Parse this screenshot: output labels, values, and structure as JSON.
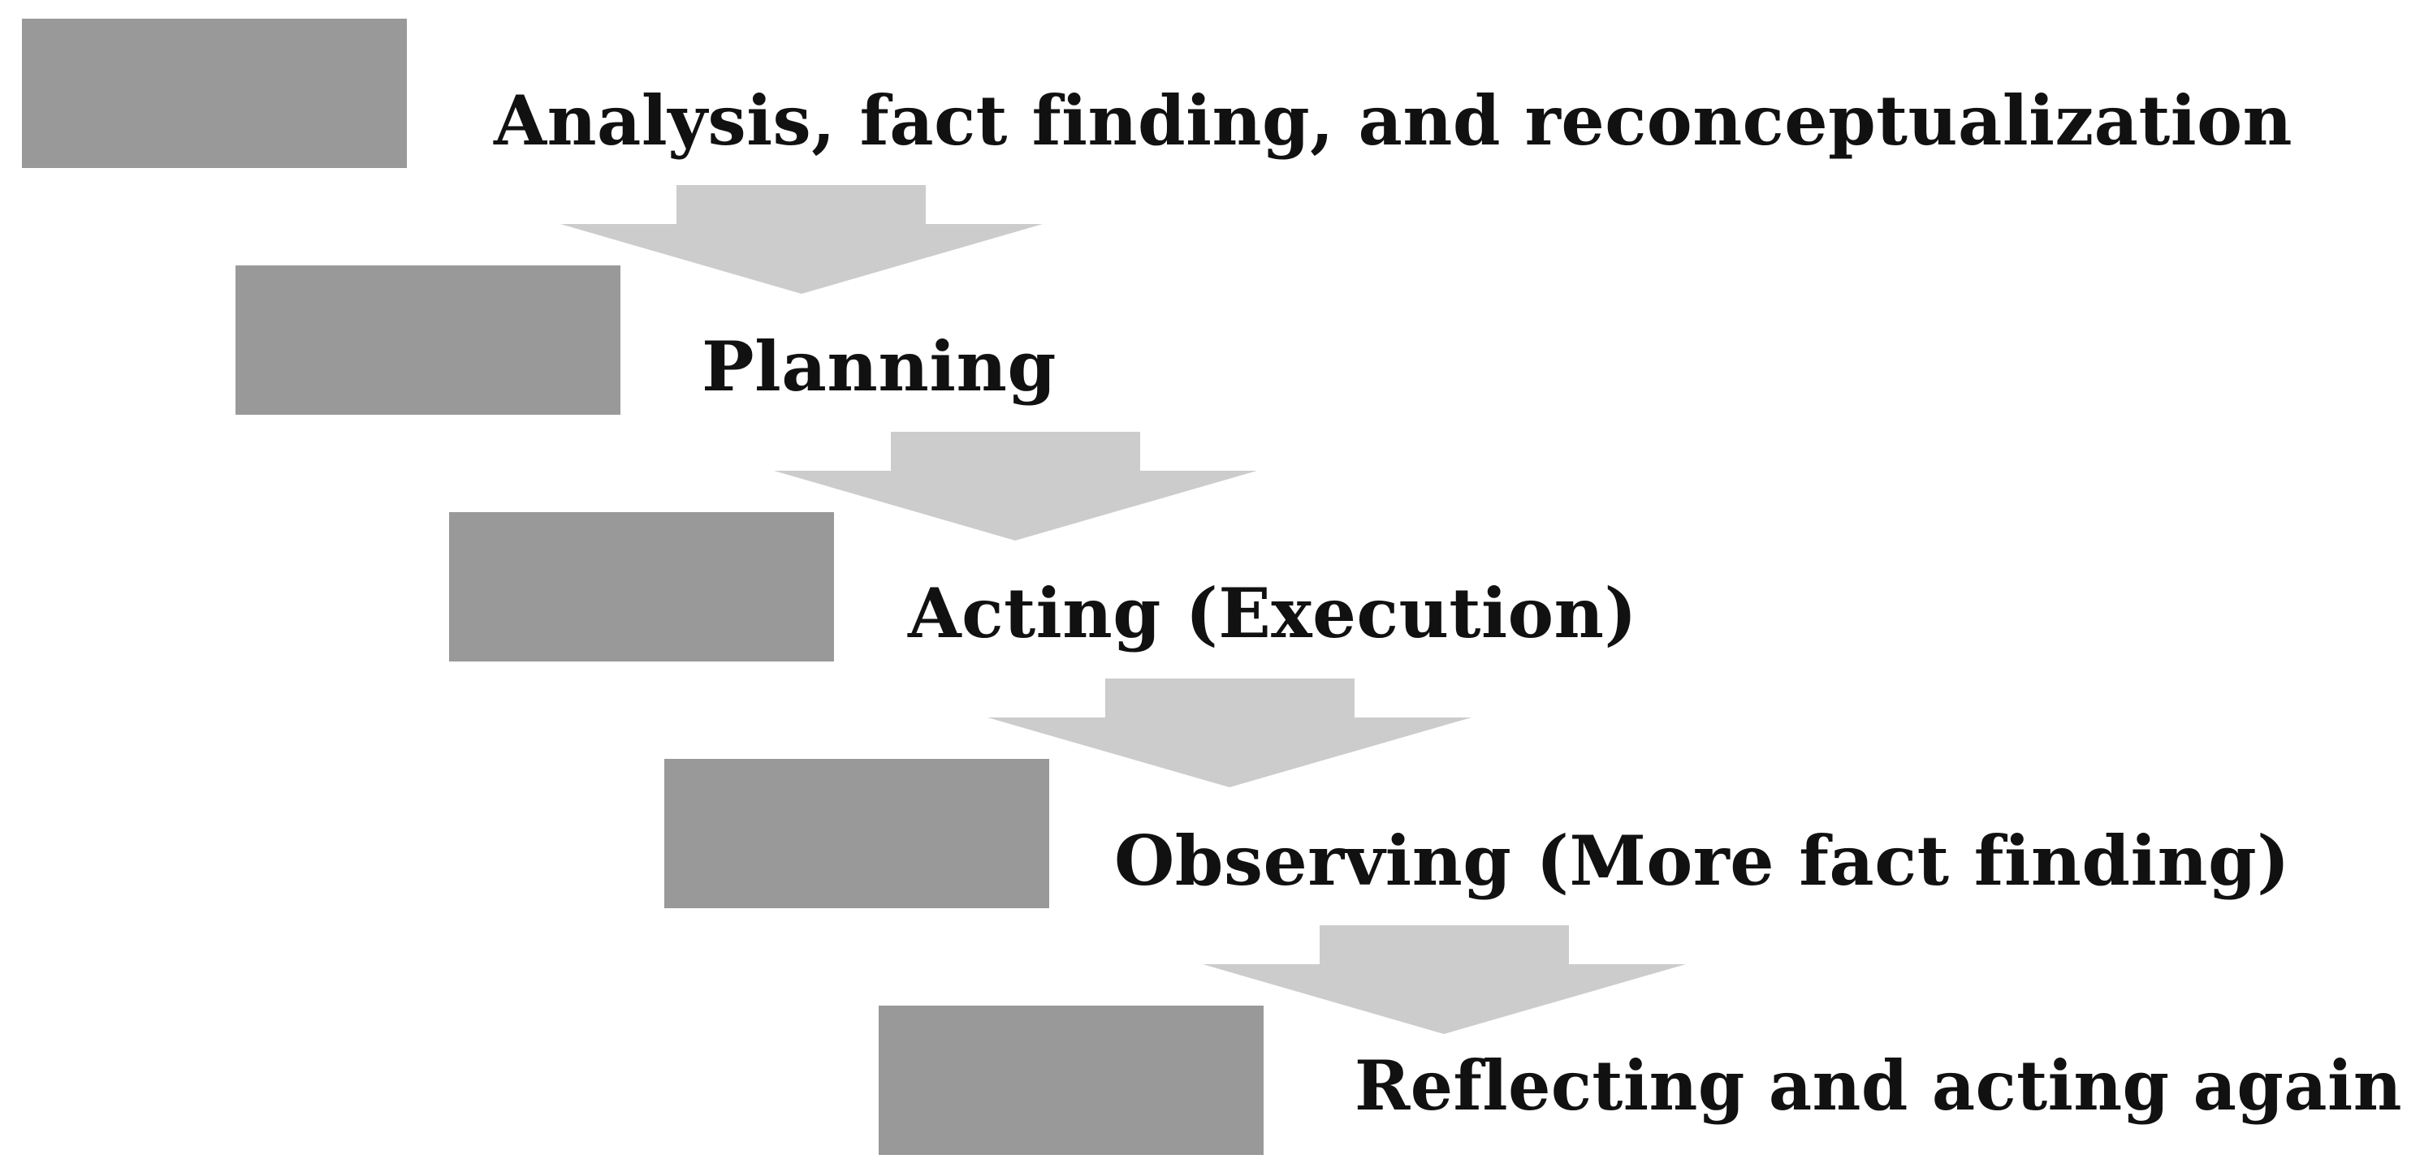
{
  "steps": [
    {
      "label": "Analysis, fact finding, and reconceptualization"
    },
    {
      "label": "Planning"
    },
    {
      "label": "Acting (Execution)"
    },
    {
      "label": "Observing (More fact finding)"
    },
    {
      "label": "Reflecting and acting again"
    }
  ],
  "colors": {
    "box": "#999999",
    "arrow": "#cccccc",
    "text": "#111111",
    "background": "#ffffff"
  }
}
